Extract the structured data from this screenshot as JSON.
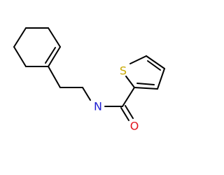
{
  "molecule": {
    "atoms": {
      "sulfur": {
        "symbol": "S",
        "color": "#c8a800"
      },
      "nitrogen": {
        "symbol": "N",
        "color": "#1e1ed2"
      },
      "oxygen": {
        "symbol": "O",
        "color": "#e1141e"
      }
    },
    "bond_color": "#000000",
    "background": "#ffffff"
  }
}
